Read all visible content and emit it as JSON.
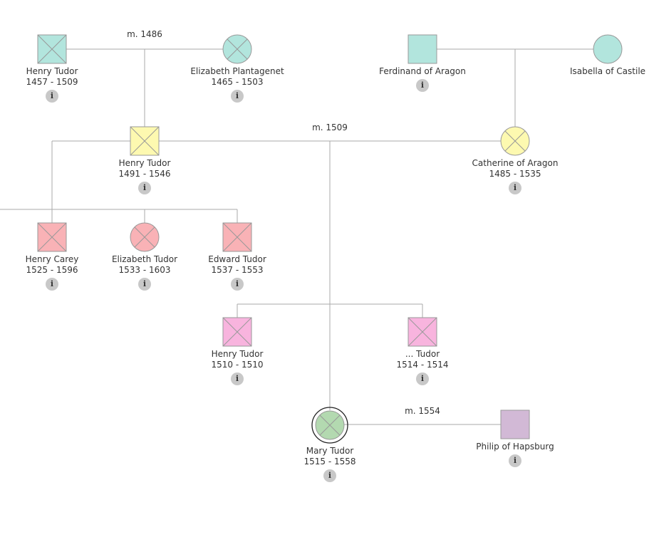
{
  "colors": {
    "line": "#aaaaaa",
    "teal": "#b2e5dd",
    "yellow": "#fdf9b0",
    "pink": "#f9b2b6",
    "magenta": "#f8b4de",
    "green": "#b3d9b0",
    "purple": "#d2b9d6",
    "cross": "#999999"
  },
  "info_icon": "i",
  "people": [
    {
      "id": "henry7",
      "name": "Henry Tudor",
      "dates": "1457 - 1509",
      "shape": "square",
      "color": "teal",
      "crossed": true,
      "info": true
    },
    {
      "id": "elizabeth-plantagenet",
      "name": "Elizabeth Plantagenet",
      "dates": "1465 - 1503",
      "shape": "circle",
      "color": "teal",
      "crossed": true,
      "info": true
    },
    {
      "id": "ferdinand",
      "name": "Ferdinand of Aragon",
      "dates": "",
      "shape": "square",
      "color": "teal",
      "crossed": false,
      "info": true
    },
    {
      "id": "isabella",
      "name": "Isabella of Castile",
      "dates": "",
      "shape": "circle",
      "color": "teal",
      "crossed": false,
      "info": false
    },
    {
      "id": "henry8",
      "name": "Henry Tudor",
      "dates": "1491 - 1546",
      "shape": "square",
      "color": "yellow",
      "crossed": true,
      "info": true
    },
    {
      "id": "catherine",
      "name": "Catherine of Aragon",
      "dates": "1485 - 1535",
      "shape": "circle",
      "color": "yellow",
      "crossed": true,
      "info": true
    },
    {
      "id": "henry-carey",
      "name": "Henry Carey",
      "dates": "1525 - 1596",
      "shape": "square",
      "color": "pink",
      "crossed": true,
      "info": true
    },
    {
      "id": "elizabeth-tudor",
      "name": "Elizabeth Tudor",
      "dates": "1533 - 1603",
      "shape": "circle",
      "color": "pink",
      "crossed": true,
      "info": true
    },
    {
      "id": "edward-tudor",
      "name": "Edward Tudor",
      "dates": "1537 - 1553",
      "shape": "square",
      "color": "pink",
      "crossed": true,
      "info": true
    },
    {
      "id": "henry-1510",
      "name": "Henry Tudor",
      "dates": "1510 - 1510",
      "shape": "square",
      "color": "magenta",
      "crossed": true,
      "info": true
    },
    {
      "id": "tudor-1514",
      "name": "... Tudor",
      "dates": "1514 - 1514",
      "shape": "square",
      "color": "magenta",
      "crossed": true,
      "info": true
    },
    {
      "id": "mary-tudor",
      "name": "Mary Tudor",
      "dates": "1515 - 1558",
      "shape": "circle",
      "color": "green",
      "crossed": true,
      "info": true,
      "focus": true
    },
    {
      "id": "philip",
      "name": "Philip of Hapsburg",
      "dates": "",
      "shape": "square",
      "color": "purple",
      "crossed": false,
      "info": true
    }
  ],
  "marriages": [
    {
      "id": "m-henry7",
      "label": "m. 1486"
    },
    {
      "id": "m-henry8",
      "label": "m. 1509"
    },
    {
      "id": "m-mary",
      "label": "m. 1554"
    }
  ]
}
